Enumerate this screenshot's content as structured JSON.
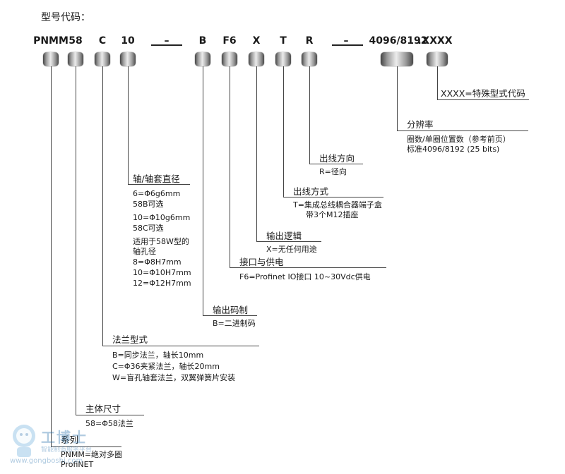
{
  "title": "型号代码：",
  "codes": [
    "PNMM",
    "58",
    "C",
    "10",
    "–",
    "B",
    "F6",
    "X",
    "T",
    "R",
    "–",
    "4096/8192",
    ".",
    "XXXX"
  ],
  "sections": {
    "special": {
      "head": "XXXX=特殊型式代码"
    },
    "resolution": {
      "head": "分辨率",
      "lines": [
        "圈数/单圈位置数（参考前页）",
        "标准4096/8192 (25 bits)"
      ]
    },
    "outlet_dir": {
      "head": "出线方向",
      "lines": [
        "R=径向"
      ]
    },
    "outlet_mode": {
      "head": "出线方式",
      "lines": [
        "T=集成总线耦合器端子盒",
        "带3个M12插座"
      ]
    },
    "logic": {
      "head": "输出逻辑",
      "lines": [
        "X=无任何用途"
      ]
    },
    "interface": {
      "head": "接口与供电",
      "lines": [
        "F6=Profinet IO接口  10~30Vdc供电"
      ]
    },
    "code_type": {
      "head": "输出码制",
      "lines": [
        "B=二进制码"
      ]
    },
    "shaft": {
      "head": "轴/轴套直径",
      "lines": [
        "6=Φ6g6mm",
        "58B可选",
        "10=Φ10g6mm",
        "58C可选",
        "适用于58W型的",
        "轴孔径",
        "8=Φ8H7mm",
        "10=Φ10H7mm",
        "12=Φ12H7mm"
      ]
    },
    "flange": {
      "head": "法兰型式",
      "lines": [
        "B=同步法兰，轴长10mm",
        "C=Φ36夹紧法兰，轴长20mm",
        "W=盲孔轴套法兰，双翼弹簧片安装"
      ]
    },
    "body": {
      "head": "主体尺寸",
      "lines": [
        "58=Φ58法兰"
      ]
    },
    "series": {
      "head": "系列",
      "lines": [
        "PNMM=绝对多圈",
        "ProfiNET"
      ]
    }
  },
  "watermark": {
    "title": "工博士",
    "sub": "智能制造服务平台",
    "url": "www.gongboshi.com"
  }
}
